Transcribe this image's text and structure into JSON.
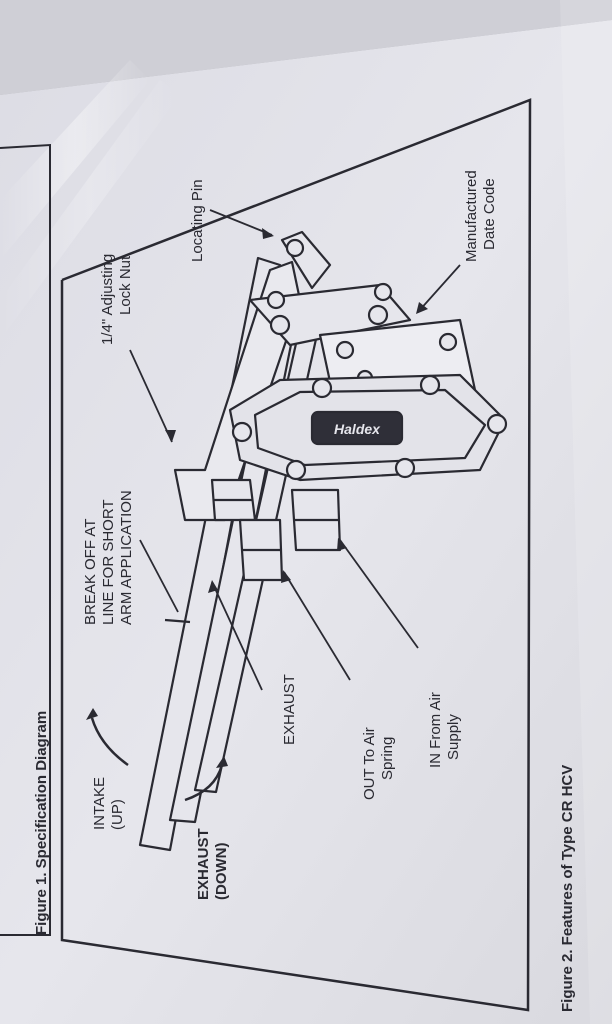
{
  "figure1": {
    "caption": "Figure 1.  Specification Diagram"
  },
  "figure2": {
    "caption": "Figure 2.  Features of Type CR HCV"
  },
  "brand": "Haldex",
  "labels": {
    "intake_1": "INTAKE",
    "intake_2": "(UP)",
    "exhaust_down_1": "EXHAUST",
    "exhaust_down_2": "(DOWN)",
    "breakoff_1": "BREAK OFF AT",
    "breakoff_2": "LINE FOR SHORT",
    "breakoff_3": "ARM APPLICATION",
    "adjusting_1": "1/4\" Adjusting",
    "adjusting_2": "Lock Nut",
    "locating_pin": "Locating Pin",
    "mfg_1": "Manufactured",
    "mfg_2": "Date Code",
    "exhaust_port": "EXHAUST",
    "out_1": "OUT To Air",
    "out_2": "Spring",
    "in_1": "IN From Air",
    "in_2": "Supply"
  },
  "colors": {
    "paper": "#e3e3ea",
    "ink": "#2a2a32",
    "bag_sheen": "#f2f2f6"
  }
}
